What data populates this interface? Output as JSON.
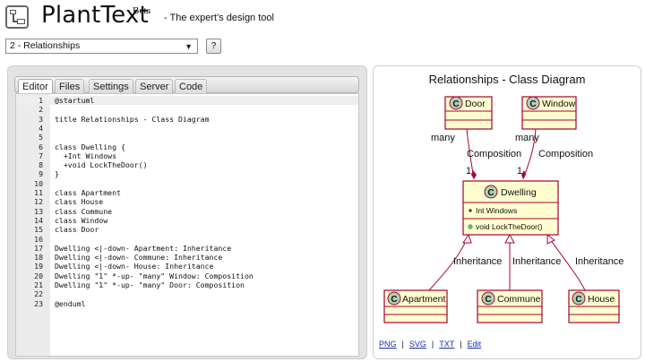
{
  "header": {
    "brand": "PlantText",
    "beta": "Beta",
    "tagline": "- The expert's design tool"
  },
  "controls": {
    "selected_example": "2 - Relationships",
    "help_label": "?"
  },
  "editor": {
    "tabs": [
      "Editor",
      "Files",
      "Settings",
      "Server",
      "Code"
    ],
    "active_tab": "Editor",
    "lines": [
      {
        "n": "1",
        "text": "@startuml"
      },
      {
        "n": "2",
        "text": ""
      },
      {
        "n": "3",
        "text": "title Relationships - Class Diagram"
      },
      {
        "n": "4",
        "text": ""
      },
      {
        "n": "5",
        "text": ""
      },
      {
        "n": "6",
        "text": "class Dwelling {"
      },
      {
        "n": "7",
        "text": "  +Int Windows"
      },
      {
        "n": "8",
        "text": "  +void LockTheDoor()"
      },
      {
        "n": "9",
        "text": "}"
      },
      {
        "n": "10",
        "text": ""
      },
      {
        "n": "11",
        "text": "class Apartment"
      },
      {
        "n": "12",
        "text": "class House"
      },
      {
        "n": "13",
        "text": "class Commune"
      },
      {
        "n": "14",
        "text": "class Window"
      },
      {
        "n": "15",
        "text": "class Door"
      },
      {
        "n": "16",
        "text": ""
      },
      {
        "n": "17",
        "text": "Dwelling <|-down- Apartment: Inheritance"
      },
      {
        "n": "18",
        "text": "Dwelling <|-down- Commune: Inheritance"
      },
      {
        "n": "19",
        "text": "Dwelling <|-down- House: Inheritance"
      },
      {
        "n": "20",
        "text": "Dwelling \"1\" *-up- \"many\" Window: Composition"
      },
      {
        "n": "21",
        "text": "Dwelling \"1\" *-up- \"many\" Door: Composition"
      },
      {
        "n": "22",
        "text": ""
      },
      {
        "n": "23",
        "text": "@enduml"
      }
    ]
  },
  "diagram": {
    "title": "Relationships - Class Diagram",
    "classes": {
      "door": "Door",
      "window": "Window",
      "dwelling": "Dwelling",
      "dwelling_field": "Int Windows",
      "dwelling_method": "void LockTheDoor()",
      "apartment": "Apartment",
      "commune": "Commune",
      "house": "House"
    },
    "stereotype_letter": "C",
    "labels": {
      "many": "many",
      "composition": "Composition",
      "one": "1",
      "inheritance": "Inheritance"
    },
    "colors": {
      "class_fill": "#FEFECE",
      "class_border": "#A80036",
      "circle_fill": "#ADD1B2",
      "edge": "#A80036"
    }
  },
  "export_links": {
    "png": "PNG",
    "svg": "SVG",
    "txt": "TXT",
    "edit": "Edit"
  }
}
